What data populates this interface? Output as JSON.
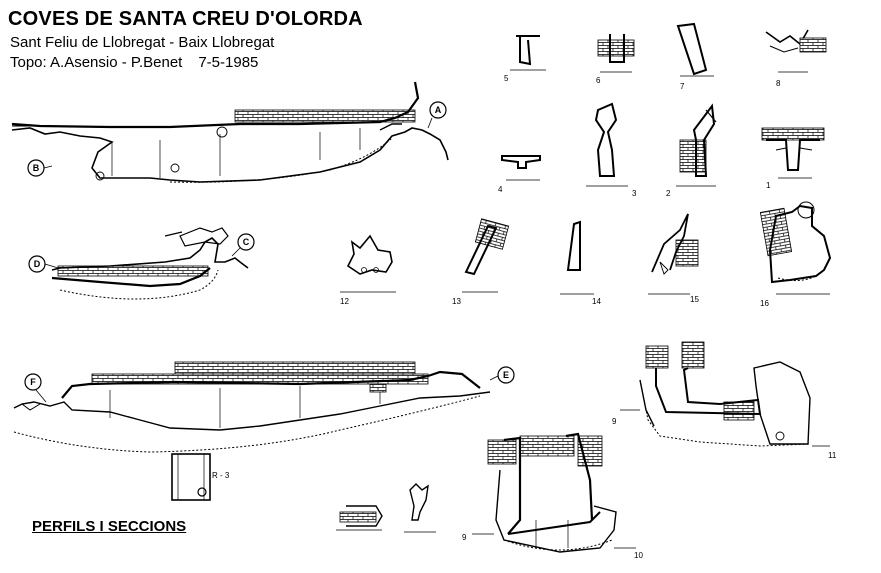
{
  "header": {
    "title": "COVES DE SANTA CREU D'OLORDA",
    "location": "Sant Feliu de Llobregat - Baix Llobregat",
    "credits": "Topo: A.Asensio - P.Benet",
    "date": "7-5-1985"
  },
  "footer": {
    "legend_title": "PERFILS I SECCIONS"
  },
  "profile_marks": {
    "a": "A",
    "b": "B",
    "c": "C",
    "d": "D",
    "e": "E",
    "f": "F"
  },
  "section_labels": {
    "s1": "1",
    "s2": "2",
    "s3": "3",
    "s4": "4",
    "s5": "5",
    "s6": "6",
    "s7": "7",
    "s8": "8",
    "s9a": "9",
    "s9b": "9",
    "s10": "10",
    "s11": "11",
    "s12": "12",
    "s13": "13",
    "s14": "14",
    "s15": "15",
    "s16": "16"
  },
  "annotations": {
    "r3": "R - 3"
  }
}
